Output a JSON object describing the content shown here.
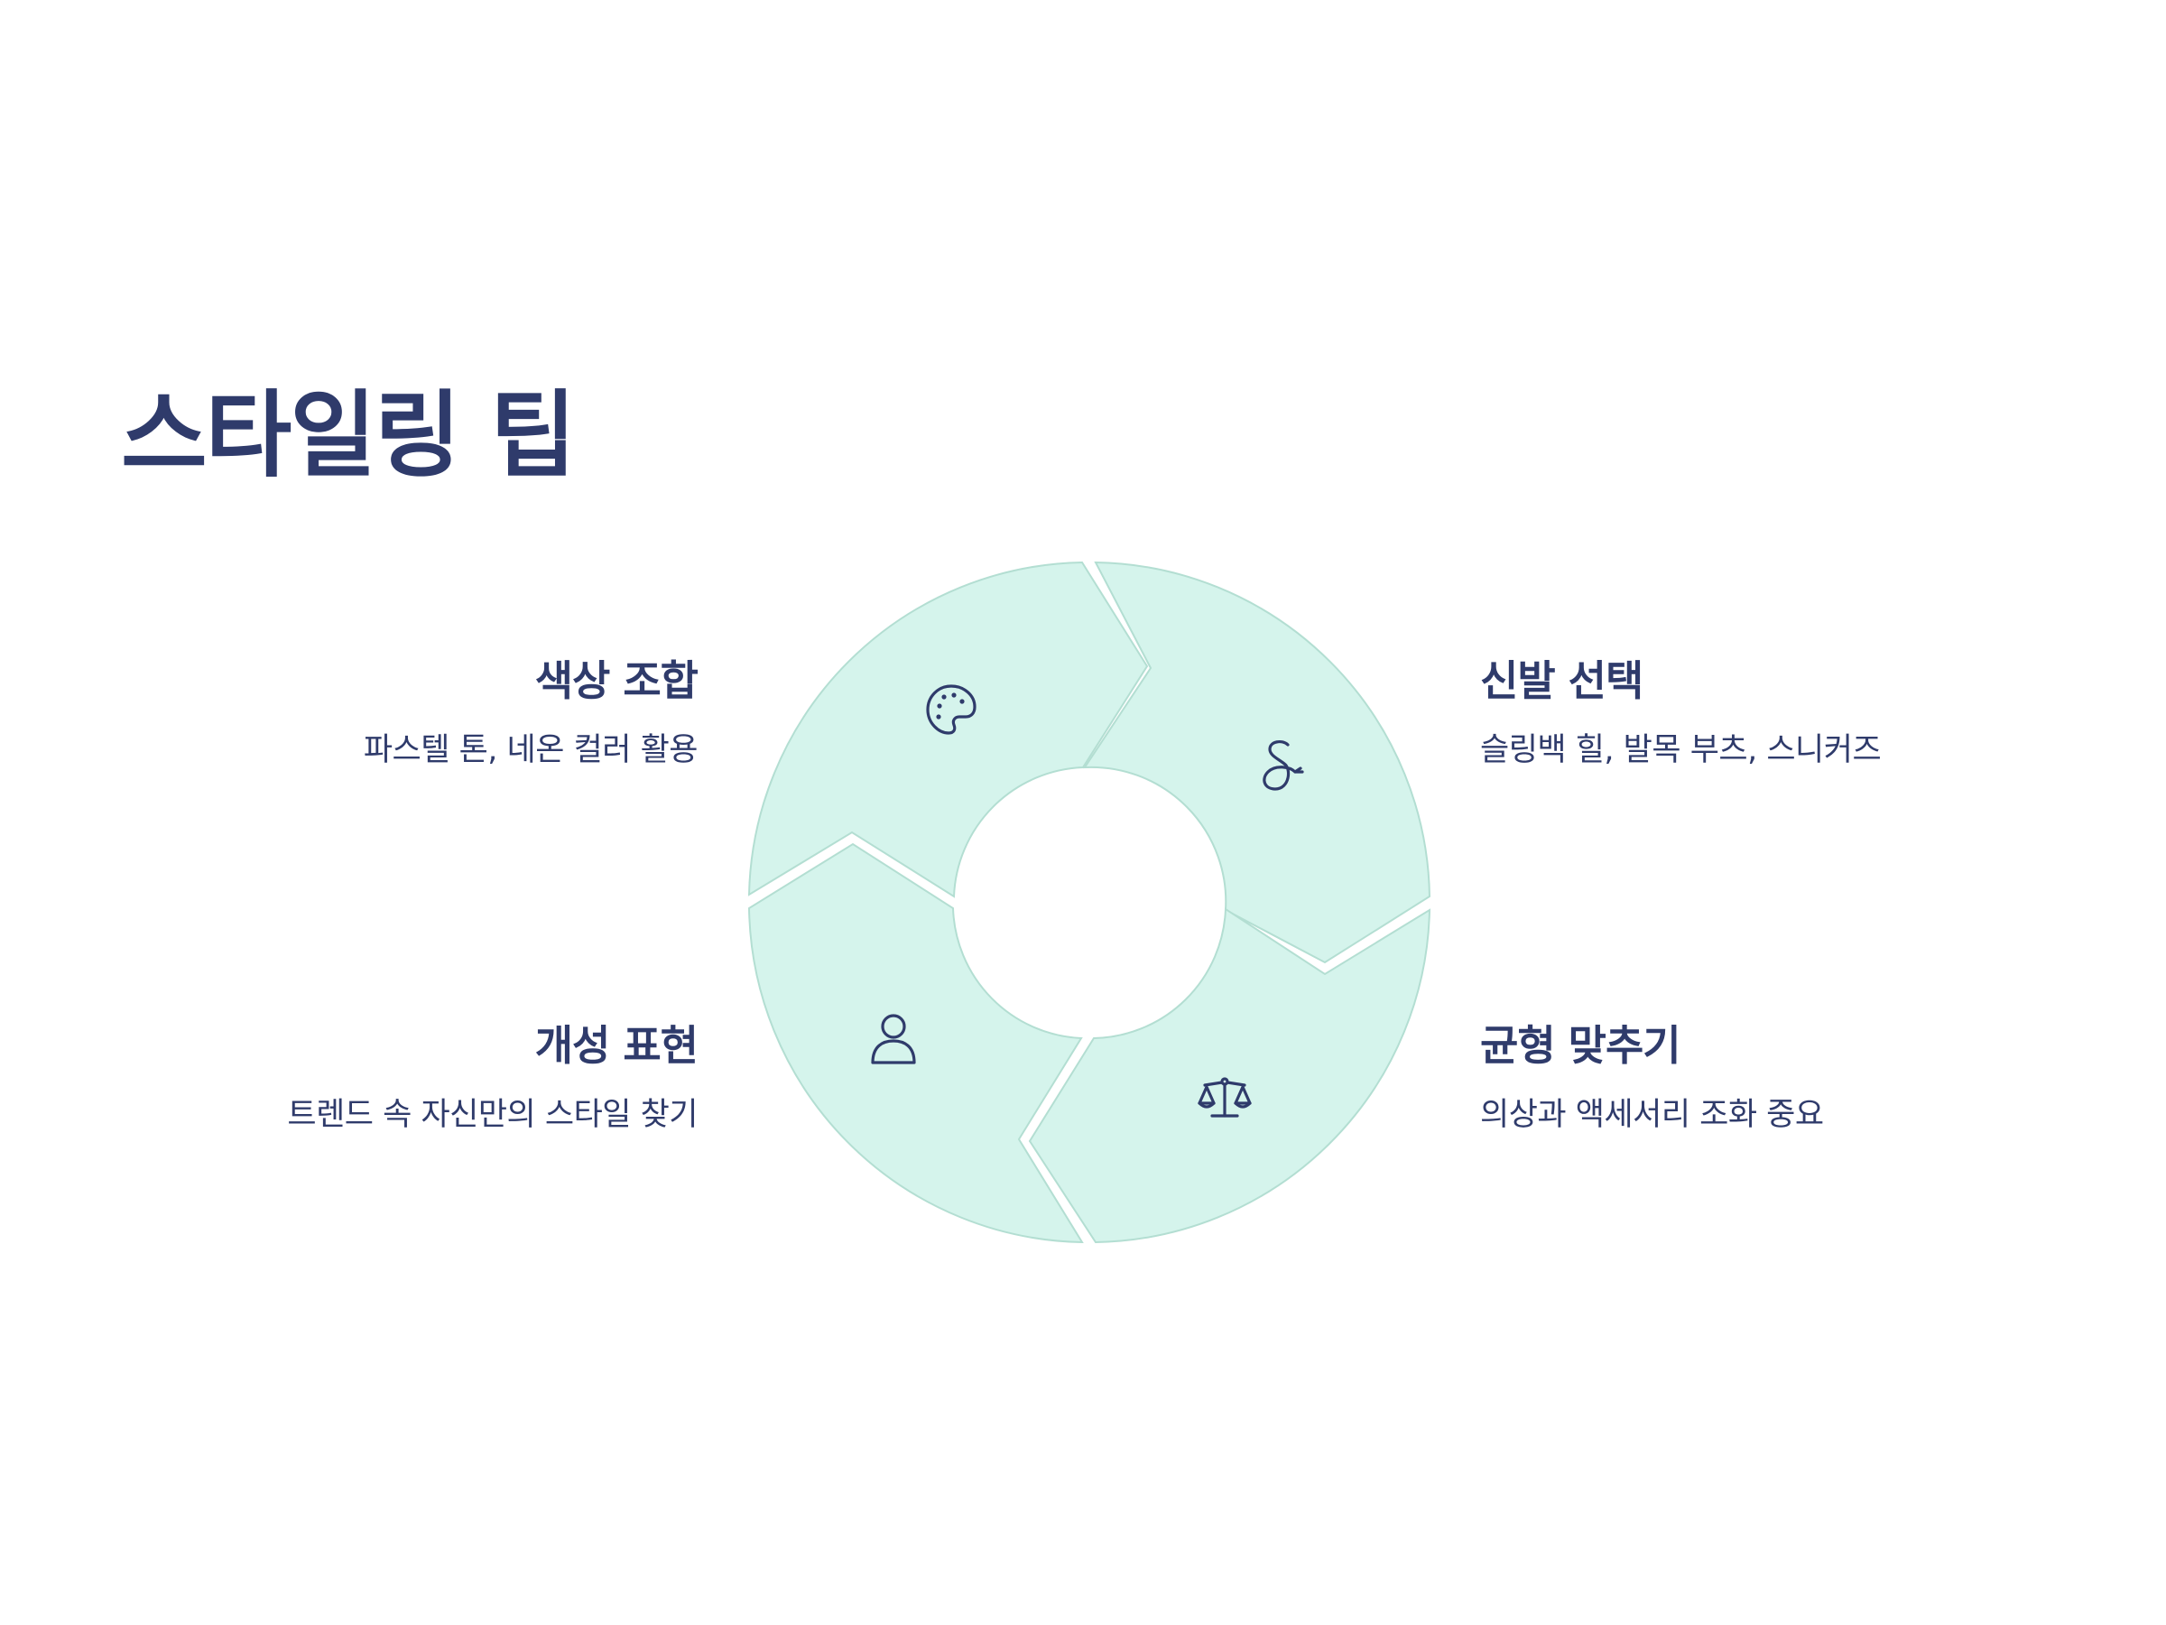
{
  "title": "스타일링 팁",
  "colors": {
    "text": "#2f3b6b",
    "segment_fill": "#d5f4ec",
    "segment_stroke": "#b3ded2",
    "background": "#ffffff"
  },
  "steps": [
    {
      "title": "색상 조합",
      "description": "파스텔 톤, 네온 컬러 활용",
      "icon": "palette-icon"
    },
    {
      "title": "신발 선택",
      "description": "슬링백 힐, 발목 부츠, 스니커즈",
      "icon": "shoe-icon"
    },
    {
      "title": "균형 맞추기",
      "description": "의상과 액세서리 조화 중요",
      "icon": "balance-scale-icon"
    },
    {
      "title": "개성 표현",
      "description": "트렌드 속 자신만의 스타일 찾기",
      "icon": "person-icon"
    }
  ]
}
